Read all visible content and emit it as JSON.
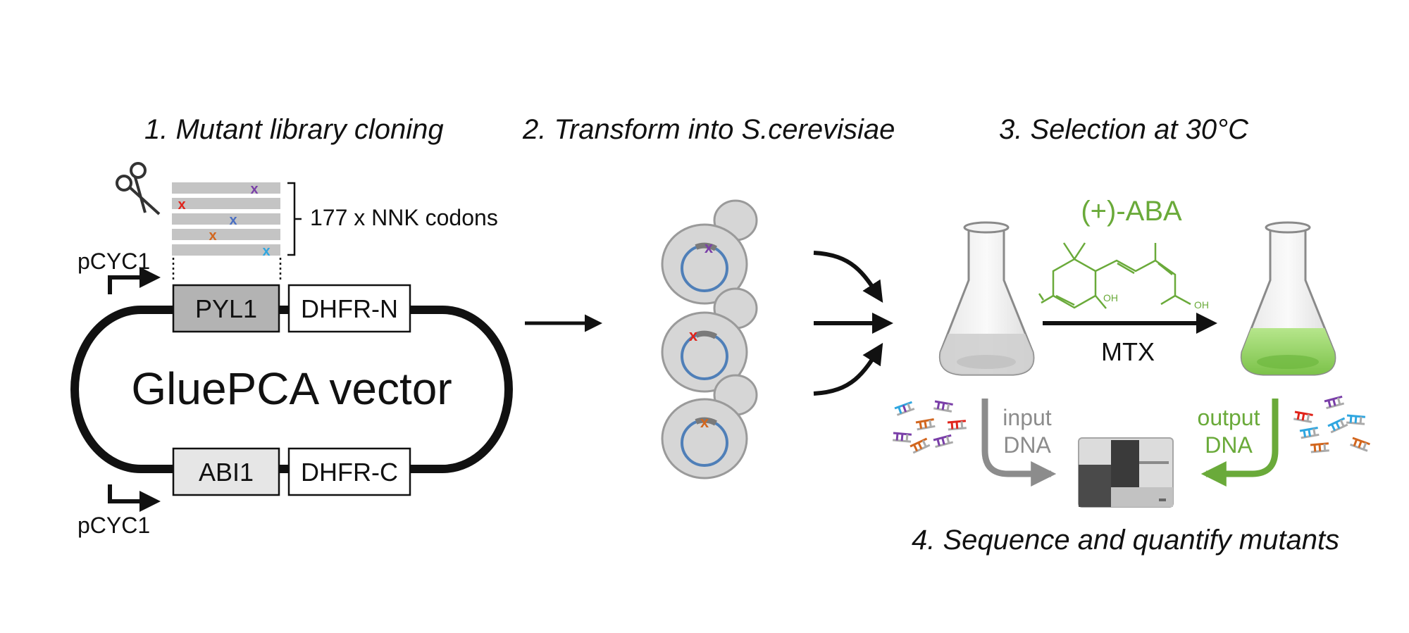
{
  "steps": {
    "step1_title": "1. Mutant library cloning",
    "step2_title": "2. Transform into S.cerevisiae",
    "step3_title": "3. Selection at 30°C",
    "step4_title": "4. Sequence and quantify mutants"
  },
  "library": {
    "codons_label": "177 x NNK codons",
    "mutation_mark": "x",
    "mutation_colors": [
      "#7a3fa8",
      "#e0241b",
      "#4a6fc2",
      "#d2661e",
      "#2fa6e0"
    ]
  },
  "vector": {
    "name": "GluePCA vector",
    "promoter_top": "pCYC1",
    "promoter_bottom": "pCYC1",
    "gene_top": "PYL1",
    "fusion_top": "DHFR-N",
    "gene_bottom": "ABI1",
    "fusion_bottom": "DHFR-C"
  },
  "selection": {
    "ligand": "(+)-ABA",
    "ligand_color": "#6aaa3a",
    "drug": "MTX",
    "oh_label_1": "OH",
    "oh_label_2": "OH"
  },
  "sequencing": {
    "input_label_1": "input",
    "input_label_2": "DNA",
    "output_label_1": "output",
    "output_label_2": "DNA",
    "input_color": "#8c8c8c",
    "output_color": "#6aaa3a"
  },
  "icons": [
    "scissors-icon",
    "yeast-cell-icon",
    "flask-icon",
    "dna-fragment-icon",
    "sequencer-icon",
    "aba-molecule-icon"
  ]
}
